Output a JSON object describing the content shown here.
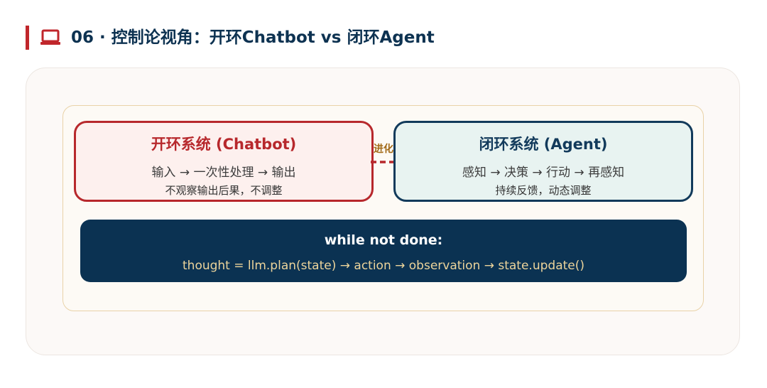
{
  "header": {
    "icon": "laptop-icon",
    "title": "06 · 控制论视角：开环Chatbot vs 闭环Agent"
  },
  "diagram": {
    "open_loop": {
      "title": "开环系统 (Chatbot)",
      "flow": "输入 → 一次性处理 → 输出",
      "note": "不观察输出后果，不调整"
    },
    "connector": {
      "label": "进化"
    },
    "closed_loop": {
      "title": "闭环系统 (Agent)",
      "flow": "感知 → 决策 → 行动 → 再感知",
      "note": "持续反馈，动态调整"
    },
    "loop": {
      "title": "while not done:",
      "code": "thought = llm.plan(state) → action → observation → state.update()"
    }
  },
  "colors": {
    "accent_red": "#b7282c",
    "navy": "#0b3252",
    "gold": "#a26a18",
    "code_text": "#ecd49b"
  }
}
